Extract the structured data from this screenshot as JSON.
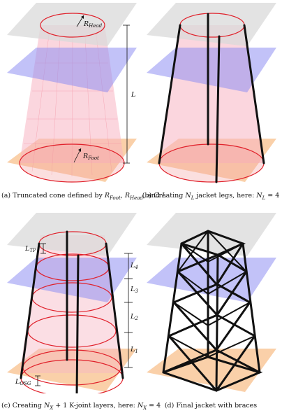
{
  "captions": {
    "a": "(a) Truncated cone defined by R_Foot, R_Head, and L",
    "b": "(b) Creating N_L jacket legs, here: N_L = 4",
    "c": "(c) Creating N_X + 1 K-joint layers, here: N_X = 4",
    "d": "(d) Final jacket with braces"
  },
  "labels": {
    "r_head": {
      "main": "R",
      "sub": "Head"
    },
    "r_foot": {
      "main": "R",
      "sub": "Foot"
    },
    "length": "L",
    "l_tp": {
      "main": "L",
      "sub": "TP"
    },
    "l_osg": {
      "main": "L",
      "sub": "OSG"
    },
    "l4": {
      "main": "L",
      "sub": "4"
    },
    "l3": {
      "main": "L",
      "sub": "3"
    },
    "l2": {
      "main": "L",
      "sub": "2"
    },
    "l1": {
      "main": "L",
      "sub": "1"
    }
  },
  "colors": {
    "top_plane": "#d9d9d9",
    "mid_plane": "#8f8ff2",
    "bottom_plane": "#f9c89a",
    "cone_fill": "#f7b5c3",
    "ring": "#e0202a",
    "leg": "#111111"
  }
}
